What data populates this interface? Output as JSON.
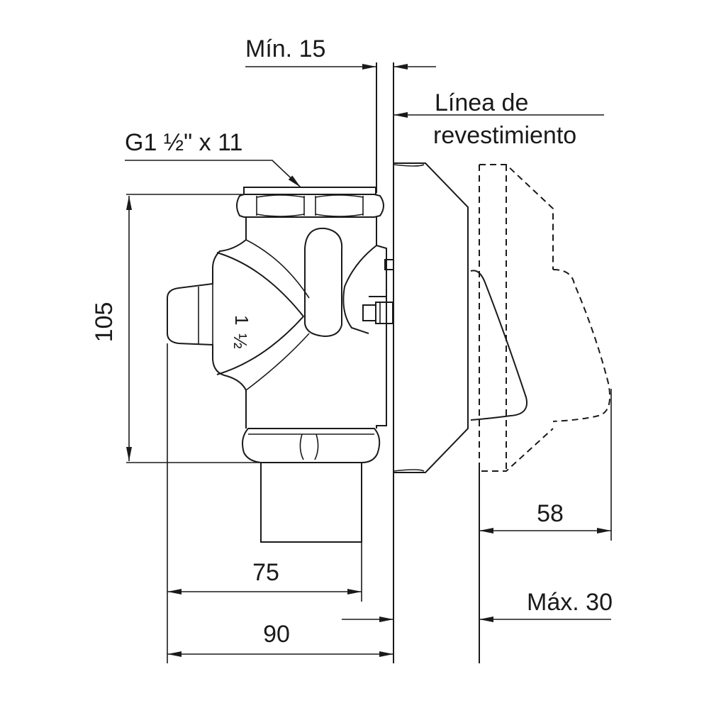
{
  "labels": {
    "min_clearance": "Mín. 15",
    "coating_line": "Línea de",
    "coating_line_2": "revestimiento",
    "thread": "G1 ½\" x 11",
    "height": "105",
    "body_size_whole": "1",
    "body_size_fraction": "½",
    "depth_valve": "75",
    "depth_total": "90",
    "face_depth": "58",
    "max_coating": "Máx. 30"
  }
}
